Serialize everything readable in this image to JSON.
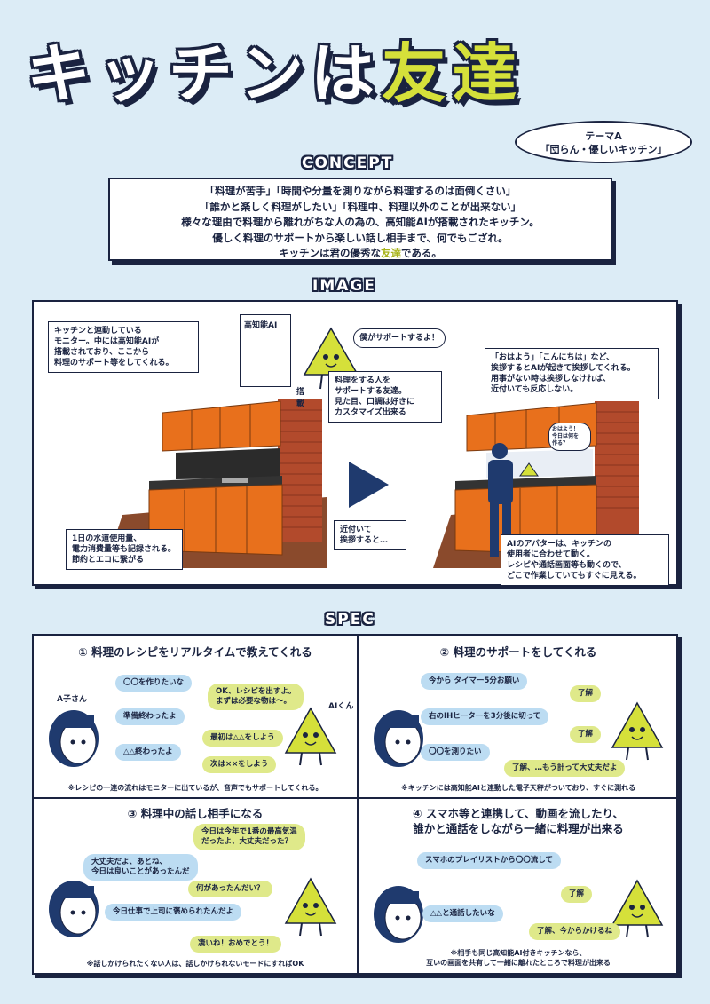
{
  "title": {
    "main": "キッチンは",
    "accent": "友達"
  },
  "theme": {
    "line1": "テーマA",
    "line2": "「団らん・優しいキッチン」"
  },
  "concept": {
    "heading": "CONCEPT",
    "lines": [
      "「料理が苦手」「時間や分量を測りながら料理するのは面倒くさい」",
      "「誰かと楽しく料理がしたい」「料理中、料理以外のことが出来ない」",
      "様々な理由で料理から離れがちな人の為の、高知能AIが搭載されたキッチン。",
      "優しく料理のサポートから楽しい話し相手まで、何でもござれ。"
    ],
    "last_pre": "キッチンは君の優秀な",
    "last_accent": "友達",
    "last_post": "である。"
  },
  "image": {
    "heading": "IMAGE",
    "monitor_note": "キッチンと連動している\nモニター。中には高知能AIが\n搭載されており、ここから\n料理のサポート等をしてくれる。",
    "ai_label": "高知能AI",
    "mounted_label": "搭\n載",
    "ai_speech": "僕がサポートするよ！",
    "ai_desc": "料理をする人を\nサポートする友達。\n見た目、口調は好きに\nカスタマイズ出来る",
    "greeting_note": "「おはよう」「こんにちは」など、\n挨拶するとAIが起きて挨拶してくれる。\n用事がない時は挨拶しなければ、\n近付いても反応しない。",
    "meter_note": "1日の水道使用量、\n電力消費量等も記録される。\n節約とエコに繋がる",
    "approach_note": "近付いて\n挨拶すると…",
    "avatar_note": "AIのアバターは、キッチンの\n使用者に合わせて動く。\nレシピや通話画面等も動くので、\nどこで作業していてもすぐに見える。",
    "monitor_bubble": "おはよう！\n今日は何を\n作る？"
  },
  "spec": {
    "heading": "SPEC",
    "cells": [
      {
        "title": "① 料理のレシピをリアルタイムで教えてくれる",
        "user_name": "A子さん",
        "ai_name": "AIくん",
        "blue": [
          "〇〇を作りたいな",
          "準備終わったよ",
          "△△終わったよ"
        ],
        "green": [
          "OK、レシピを出すよ。\nまずは必要な物は〜。",
          "最初は△△をしよう",
          "次は××をしよう"
        ],
        "note": "※レシピの一連の流れはモニターに出ているが、音声でもサポートしてくれる。"
      },
      {
        "title": "② 料理のサポートをしてくれる",
        "blue": [
          "今から タイマー5分お願い",
          "右のIHヒーターを3分後に切って",
          "〇〇を測りたい"
        ],
        "green": [
          "了解",
          "了解",
          "了解、…もう計って大丈夫だよ"
        ],
        "note": "※キッチンには高知能AIと連動した電子天秤がついており、すぐに測れる"
      },
      {
        "title": "③ 料理中の話し相手になる",
        "blue": [
          "大丈夫だよ、あとね、\n今日は良いことがあったんだ",
          "今日仕事で上司に褒められたんだよ"
        ],
        "green": [
          "今日は今年で1番の最高気温\nだったよ、大丈夫だった？",
          "何があったんだい？",
          "凄いね！おめでとう！"
        ],
        "note": "※話しかけられたくない人は、話しかけられないモードにすればOK"
      },
      {
        "title": "④ スマホ等と連携して、動画を流したり、\n誰かと通話をしながら一緒に料理が出来る",
        "blue": [
          "スマホのプレイリストから〇〇流して",
          "△△と通話したいな"
        ],
        "green": [
          "了解",
          "了解、今からかけるね"
        ],
        "note": "※相手も同じ高知能AI付きキッチンなら、\n互いの画面を共有して一緒に離れたところで料理が出来る"
      }
    ]
  },
  "colors": {
    "navy": "#1a2340",
    "accent": "#d5e03a",
    "cabinet": "#e8701c",
    "brick": "#b24a2c",
    "blue_bubble": "#bcdcf2",
    "green_bubble": "#dfe98a",
    "background": "#dcecf6"
  }
}
